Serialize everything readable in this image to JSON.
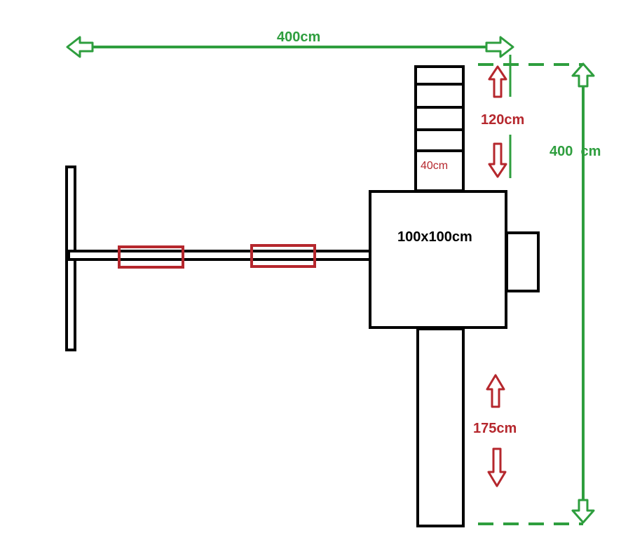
{
  "labels": {
    "width_top": "400cm",
    "height_right": "400  cm",
    "ladder_length": "120cm",
    "ladder_width": "40cm",
    "platform_size": "100x100cm",
    "slide_length": "175cm"
  },
  "colors": {
    "green": "#2e9e3e",
    "red": "#b5272d",
    "black": "#000000"
  }
}
